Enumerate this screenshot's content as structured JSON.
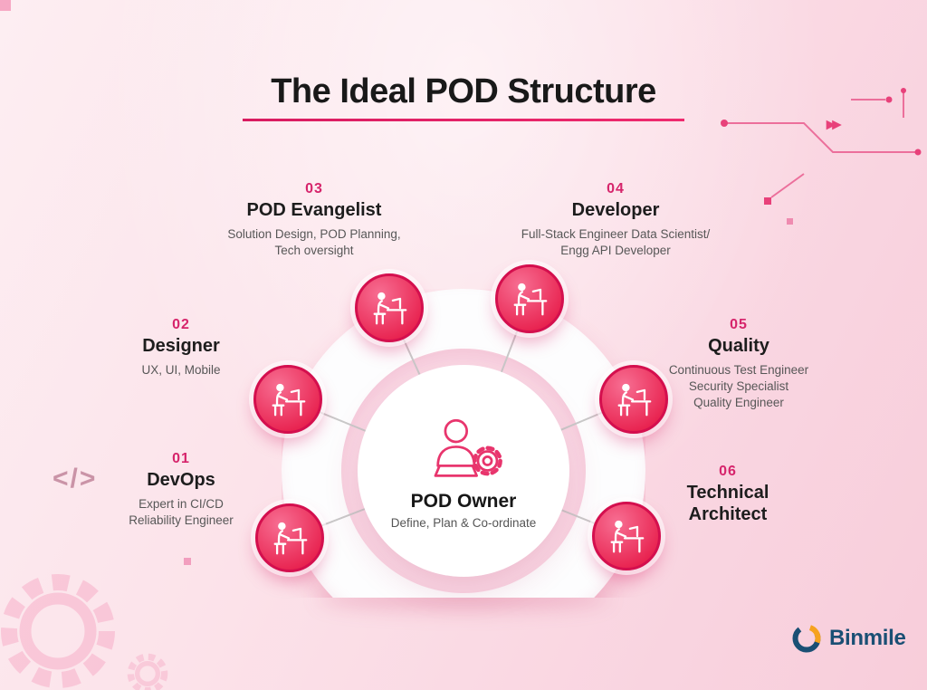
{
  "title": "The Ideal POD Structure",
  "center": {
    "role": "POD Owner",
    "subtitle": "Define, Plan & Co-ordinate",
    "icon": "person-gear-icon"
  },
  "roles": [
    {
      "number": "01",
      "title": "DevOps",
      "description": "Expert in CI/CD\nReliability Engineer",
      "icon": "person-at-desk-icon"
    },
    {
      "number": "02",
      "title": "Designer",
      "description": "UX, UI, Mobile",
      "icon": "person-at-desk-icon"
    },
    {
      "number": "03",
      "title": "POD Evangelist",
      "description": "Solution Design, POD Planning,\nTech oversight",
      "icon": "person-at-desk-icon"
    },
    {
      "number": "04",
      "title": "Developer",
      "description": "Full-Stack Engineer Data Scientist/\nEngg API Developer",
      "icon": "person-at-desk-icon"
    },
    {
      "number": "05",
      "title": "Quality",
      "description": "Continuous Test Engineer\nSecurity Specialist\nQuality Engineer",
      "icon": "person-at-desk-icon"
    },
    {
      "number": "06",
      "title": "Technical\nArchitect",
      "description": "",
      "icon": "person-at-desk-icon"
    }
  ],
  "brand": {
    "name": "Binmile",
    "icon": "binmile-logo-icon"
  },
  "decorations": {
    "code_glyph": "</>",
    "chevrons": "▸▸"
  },
  "colors": {
    "accent": "#e41f63",
    "heading": "#191919",
    "body_text": "#575757",
    "node_fill": "#ee3d6c",
    "node_border": "#d40f4e",
    "brand_navy": "#1a4f74",
    "brand_orange": "#f6a21e"
  }
}
